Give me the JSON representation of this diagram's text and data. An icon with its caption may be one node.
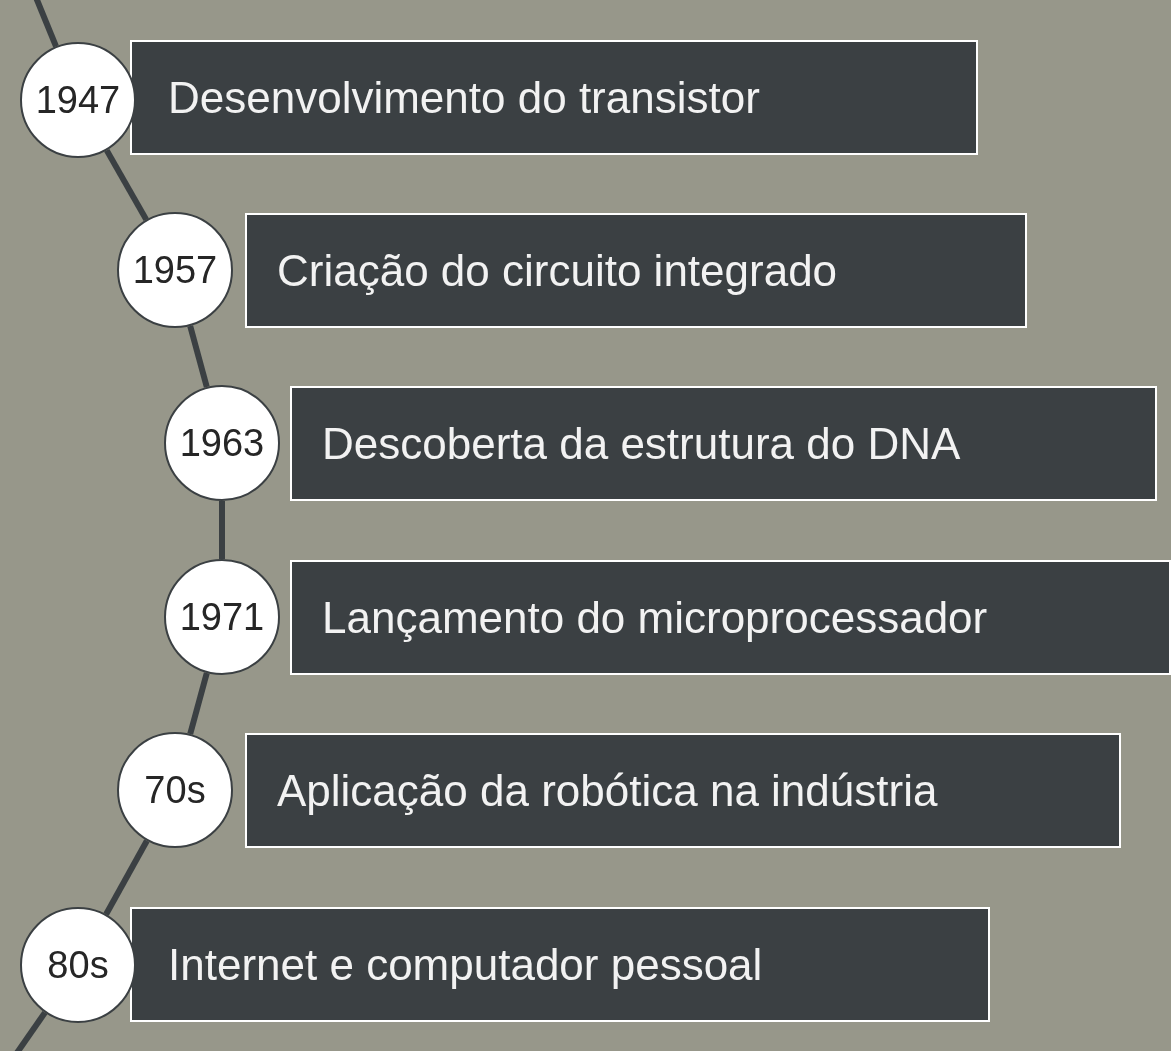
{
  "diagram": {
    "nodes": [
      {
        "text": [
          "1947"
        ]
      },
      {
        "text": [
          "Desenvolvimento do transistor"
        ]
      },
      {
        "text": [
          "1957"
        ]
      },
      {
        "text": [
          "Criação do circuito integrado"
        ]
      },
      {
        "text": [
          "1963"
        ]
      },
      {
        "text": [
          "Descoberta da estrutura do DNA"
        ]
      },
      {
        "text": [
          "1971"
        ]
      },
      {
        "text": [
          "Lançamento do microprocessador"
        ]
      },
      {
        "text": [
          "70s"
        ]
      },
      {
        "text": [
          "Aplicação da robótica na indústria"
        ]
      },
      {
        "text": [
          "80s"
        ]
      },
      {
        "text": [
          "Internet e computador pessoal"
        ]
      }
    ],
    "edges": [
      {
        "from": null,
        "to": 0,
        "arrow": "none"
      },
      {
        "from": 0,
        "to": 2,
        "arrow": "none"
      },
      {
        "from": 2,
        "to": 4,
        "arrow": "none"
      },
      {
        "from": 4,
        "to": 6,
        "arrow": "none"
      },
      {
        "from": 6,
        "to": 8,
        "arrow": "none"
      },
      {
        "from": 8,
        "to": 10,
        "arrow": "none"
      },
      {
        "from": 10,
        "to": null,
        "arrow": "none"
      }
    ]
  }
}
